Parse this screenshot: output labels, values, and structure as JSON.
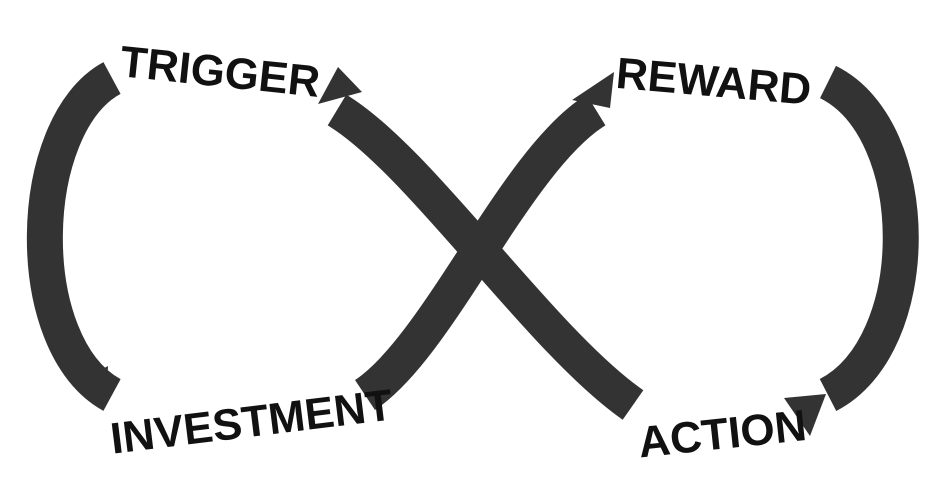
{
  "diagram": {
    "stages": [
      {
        "id": "trigger",
        "label": "TRIGGER"
      },
      {
        "id": "reward",
        "label": "REWARD"
      },
      {
        "id": "action",
        "label": "ACTION"
      },
      {
        "id": "investment",
        "label": "INVESTMENT"
      }
    ],
    "colors": {
      "band": "#333333",
      "text": "#111111",
      "background": "#ffffff"
    }
  }
}
